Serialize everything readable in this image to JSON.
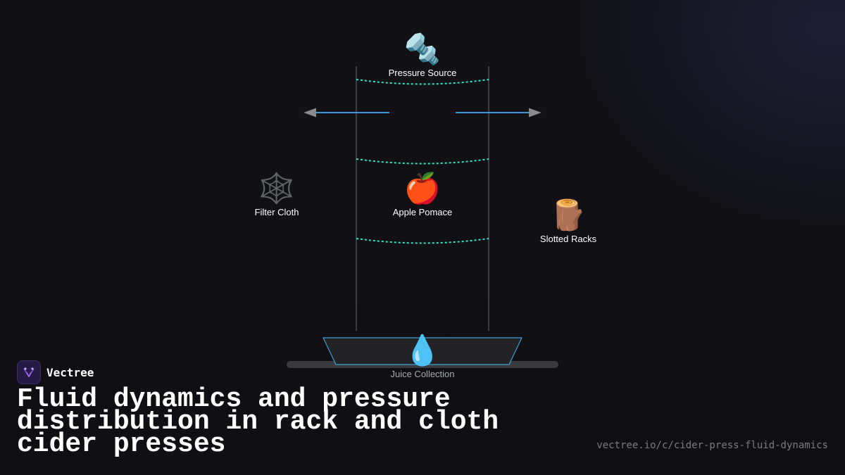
{
  "diagram": {
    "nodes": {
      "pressure_source": {
        "icon": "screw-icon",
        "glyph": "🔩",
        "label": "Pressure Source"
      },
      "filter_cloth": {
        "icon": "spider-web-icon",
        "glyph": "🕸️",
        "label": "Filter Cloth"
      },
      "apple_pomace": {
        "icon": "apple-icon",
        "glyph": "🍎",
        "label": "Apple Pomace"
      },
      "slotted_racks": {
        "icon": "wood-log-icon",
        "glyph": "🪵",
        "label": "Slotted Racks"
      },
      "juice_collection": {
        "icon": "droplet-icon",
        "glyph": "💧",
        "label": "Juice Collection"
      }
    },
    "colors": {
      "pressure_curves": "#2ee6c4",
      "flow_arrows": "#3a9ad9",
      "arrow_heads": "#8a8a8a",
      "walls": "#5a5a60",
      "tray_outline": "#3aa0d6",
      "tray_fill": "#232325",
      "base_bar": "#3a3a3e"
    }
  },
  "brand": {
    "name": "Vectree",
    "accent": "#8a4fe0"
  },
  "title": "Fluid dynamics and pressure distribution in rack and cloth cider presses",
  "url": "vectree.io/c/cider-press-fluid-dynamics"
}
